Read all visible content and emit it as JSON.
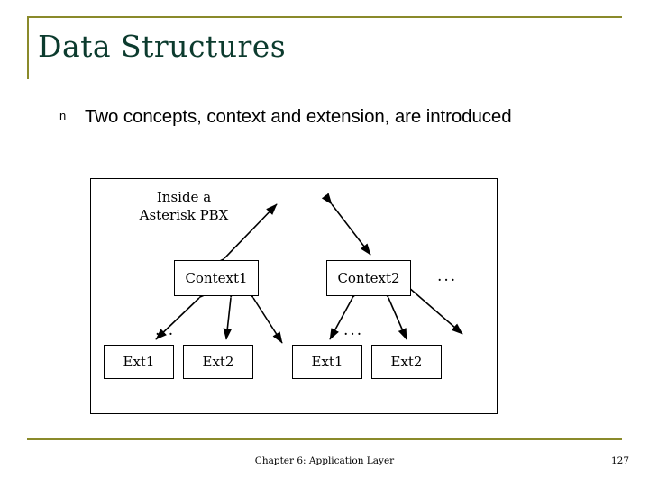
{
  "slide": {
    "title": "Data Structures",
    "bullet": {
      "marker": "n",
      "text": "Two concepts, context and extension, are introduced"
    },
    "figure": {
      "inside_label": "Inside a\nAsterisk PBX",
      "inside_label_line1": "Inside a",
      "inside_label_line2": "Asterisk PBX",
      "contexts": [
        {
          "label": "Context1"
        },
        {
          "label": "Context2"
        }
      ],
      "extensions": [
        {
          "label": "Ext1"
        },
        {
          "label": "Ext2"
        },
        {
          "label": "Ext1"
        },
        {
          "label": "Ext2"
        }
      ],
      "ellipses": [
        {
          "label": "..."
        },
        {
          "label": "..."
        },
        {
          "label": "..."
        }
      ]
    },
    "footer": {
      "center": "Chapter 6: Application Layer",
      "page": "127"
    },
    "colors": {
      "title": "#0c3b2e",
      "rule": "#8a8a2a",
      "text": "#000000",
      "background": "#ffffff"
    }
  }
}
